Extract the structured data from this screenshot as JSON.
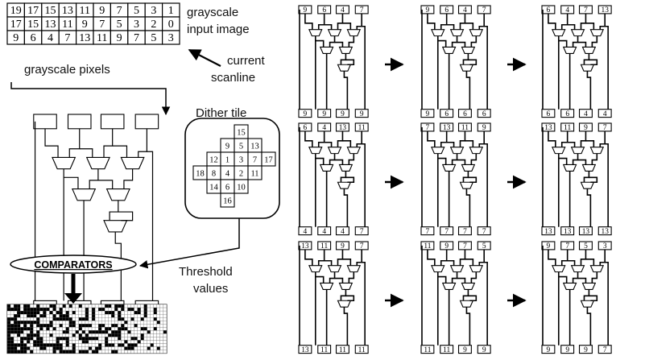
{
  "labels": {
    "input_image_line1": "grayscale",
    "input_image_line2": "input image",
    "current_line1": "current",
    "current_line2": "scanline",
    "pixels": "grayscale pixels",
    "dither_tile": "Dither tile",
    "comparators": "COMPARATORS",
    "threshold_line1": "Threshold",
    "threshold_line2": "values"
  },
  "input_grid": [
    [
      "19",
      "17",
      "15",
      "13",
      "11",
      "9",
      "7",
      "5",
      "3",
      "1"
    ],
    [
      "17",
      "15",
      "13",
      "11",
      "9",
      "7",
      "5",
      "3",
      "2",
      "0"
    ],
    [
      "9",
      "6",
      "4",
      "7",
      "13",
      "11",
      "9",
      "7",
      "5",
      "3"
    ]
  ],
  "dither_tile": [
    [
      "",
      "",
      "",
      "15",
      "",
      ""
    ],
    [
      "",
      "",
      "9",
      "5",
      "13",
      ""
    ],
    [
      "",
      "12",
      "1",
      "3",
      "7",
      "17"
    ],
    [
      "18",
      "8",
      "4",
      "2",
      "11",
      ""
    ],
    [
      "",
      "14",
      "6",
      "10",
      "",
      ""
    ],
    [
      "",
      "",
      "16",
      "",
      "",
      ""
    ]
  ],
  "panels": [
    {
      "inputs": [
        "9",
        "6",
        "4",
        "7"
      ],
      "outputs": [
        "9",
        "9",
        "9",
        "9"
      ]
    },
    {
      "inputs": [
        "9",
        "6",
        "4",
        "7"
      ],
      "outputs": [
        "9",
        "6",
        "6",
        "6"
      ]
    },
    {
      "inputs": [
        "6",
        "4",
        "7",
        "13"
      ],
      "outputs": [
        "6",
        "6",
        "4",
        "4"
      ]
    },
    {
      "inputs": [
        "6",
        "4",
        "13",
        "11"
      ],
      "outputs": [
        "4",
        "4",
        "4",
        "7"
      ]
    },
    {
      "inputs": [
        "7",
        "13",
        "11",
        "9"
      ],
      "outputs": [
        "7",
        "7",
        "7",
        "7"
      ]
    },
    {
      "inputs": [
        "13",
        "11",
        "9",
        "7"
      ],
      "outputs": [
        "13",
        "13",
        "13",
        "13"
      ]
    },
    {
      "inputs": [
        "13",
        "11",
        "9",
        "7"
      ],
      "outputs": [
        "13",
        "11",
        "11",
        "11"
      ]
    },
    {
      "inputs": [
        "11",
        "9",
        "7",
        "5"
      ],
      "outputs": [
        "11",
        "11",
        "9",
        "9"
      ]
    },
    {
      "inputs": [
        "9",
        "7",
        "5",
        "3"
      ],
      "outputs": [
        "9",
        "9",
        "9",
        "7"
      ]
    }
  ]
}
